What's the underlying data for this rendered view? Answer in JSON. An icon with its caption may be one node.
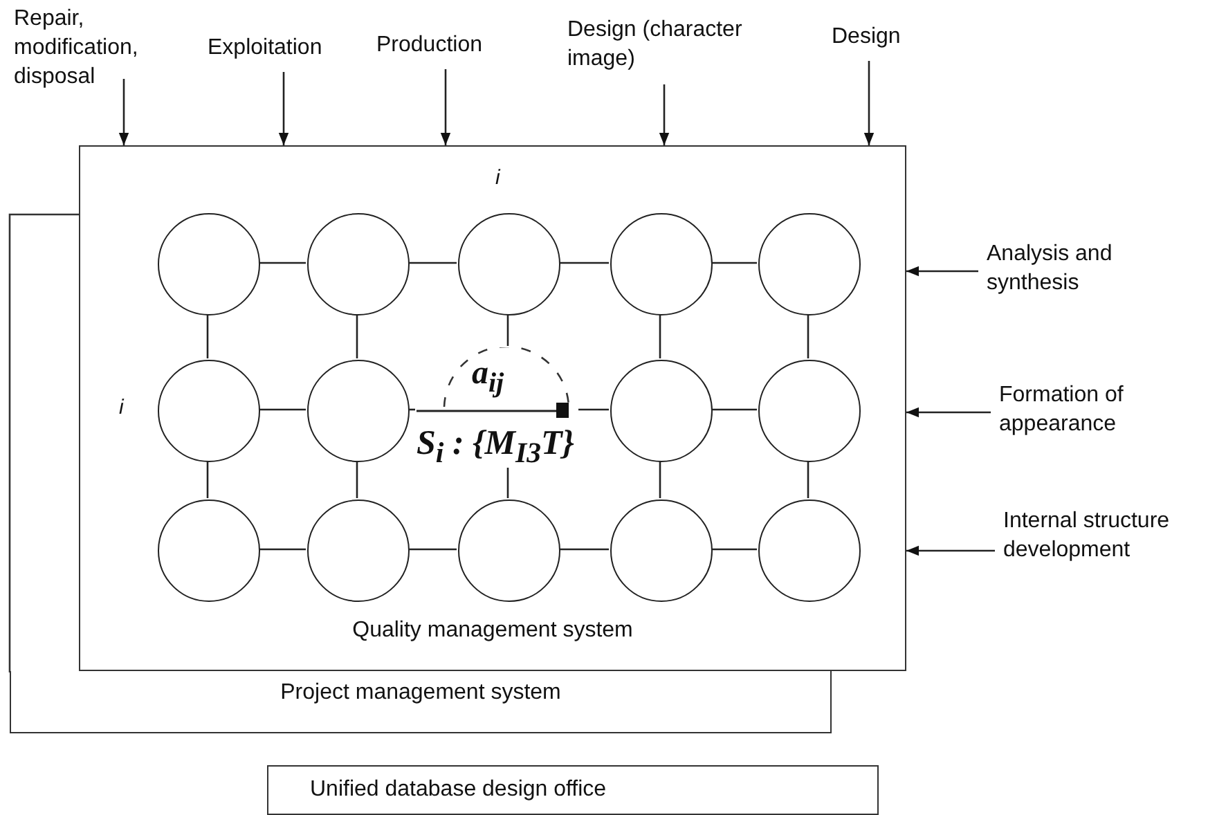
{
  "diagram": {
    "nodes": [
      {
        "text": [
          "Repair, modification, disposal"
        ]
      },
      {
        "text": [
          "Exploitation"
        ]
      },
      {
        "text": [
          "Production"
        ]
      },
      {
        "text": [
          "Design (character image)"
        ]
      },
      {
        "text": [
          "Design"
        ]
      },
      {
        "text": [
          "Project management system"
        ]
      },
      {
        "text": [
          "Quality management system"
        ]
      },
      {
        "text": [],
        "shape": "circle",
        "in": 6
      },
      {
        "text": [],
        "shape": "circle",
        "in": 6
      },
      {
        "text": [],
        "shape": "circle",
        "in": 6
      },
      {
        "text": [],
        "shape": "circle",
        "in": 6
      },
      {
        "text": [],
        "shape": "circle",
        "in": 6
      },
      {
        "text": [],
        "shape": "circle",
        "in": 6
      },
      {
        "text": [],
        "shape": "circle",
        "in": 6
      },
      {
        "text": [
          "a$_{ij}$",
          "S$_{i}$ : {M$_{I3}$T}"
        ],
        "in": 6
      },
      {
        "text": [],
        "shape": "circle",
        "in": 6
      },
      {
        "text": [],
        "shape": "circle",
        "in": 6
      },
      {
        "text": [],
        "shape": "circle",
        "in": 6
      },
      {
        "text": [],
        "shape": "circle",
        "in": 6
      },
      {
        "text": [],
        "shape": "circle",
        "in": 6
      },
      {
        "text": [],
        "shape": "circle",
        "in": 6
      },
      {
        "text": [],
        "shape": "circle",
        "in": 6
      },
      {
        "text": [
          "Analysis and synthesis"
        ]
      },
      {
        "text": [
          "Formation of appearance"
        ]
      },
      {
        "text": [
          "Internal structure development"
        ]
      },
      {
        "text": [
          "Unified database design office"
        ]
      }
    ],
    "edges": [
      {
        "from": 0,
        "to": 6,
        "arrow": "to"
      },
      {
        "from": 1,
        "to": 6,
        "arrow": "to"
      },
      {
        "from": 2,
        "to": 6,
        "arrow": "to"
      },
      {
        "from": 3,
        "to": 6,
        "arrow": "to"
      },
      {
        "from": 4,
        "to": 6,
        "arrow": "to"
      },
      {
        "from": 7,
        "to": 8,
        "arrow": "none"
      },
      {
        "from": 8,
        "to": 9,
        "arrow": "none"
      },
      {
        "from": 9,
        "to": 10,
        "arrow": "none"
      },
      {
        "from": 10,
        "to": 11,
        "arrow": "none"
      },
      {
        "from": 12,
        "to": 13,
        "arrow": "none"
      },
      {
        "from": 13,
        "to": 14,
        "arrow": "none"
      },
      {
        "from": 14,
        "to": 15,
        "arrow": "none"
      },
      {
        "from": 15,
        "to": 16,
        "arrow": "none"
      },
      {
        "from": 17,
        "to": 18,
        "arrow": "none"
      },
      {
        "from": 18,
        "to": 19,
        "arrow": "none"
      },
      {
        "from": 19,
        "to": 20,
        "arrow": "none"
      },
      {
        "from": 20,
        "to": 21,
        "arrow": "none"
      },
      {
        "from": 7,
        "to": 12,
        "arrow": "none"
      },
      {
        "from": 12,
        "to": 17,
        "arrow": "none"
      },
      {
        "from": 8,
        "to": 13,
        "arrow": "none"
      },
      {
        "from": 13,
        "to": 18,
        "arrow": "none"
      },
      {
        "from": 9,
        "to": 14,
        "arrow": "none"
      },
      {
        "from": 14,
        "to": 19,
        "arrow": "none"
      },
      {
        "from": 10,
        "to": 15,
        "arrow": "none"
      },
      {
        "from": 15,
        "to": 20,
        "arrow": "none"
      },
      {
        "from": 11,
        "to": 16,
        "arrow": "none"
      },
      {
        "from": 16,
        "to": 21,
        "arrow": "none"
      },
      {
        "from": 22,
        "to": 6,
        "arrow": "to"
      },
      {
        "from": 23,
        "to": 6,
        "arrow": "to"
      },
      {
        "from": 24,
        "to": 6,
        "arrow": "to"
      }
    ],
    "labels": [
      "i",
      "i"
    ]
  }
}
